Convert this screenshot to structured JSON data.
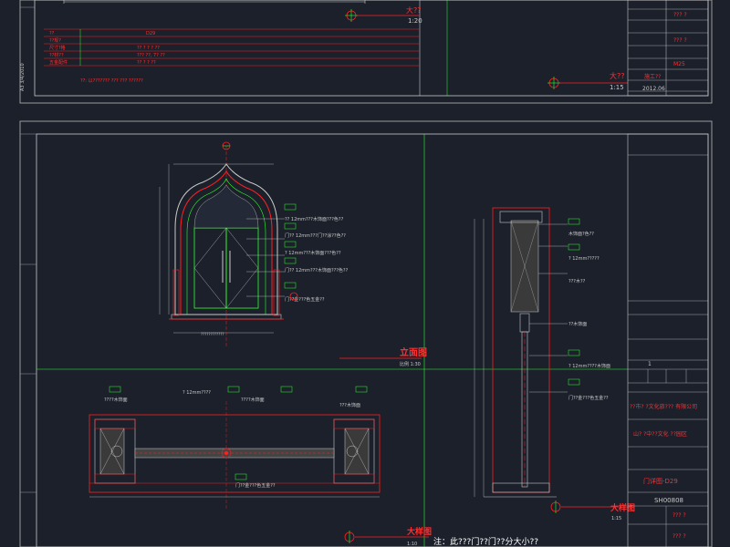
{
  "top_sheet": {
    "scale_label_1": "大??",
    "scale_value_1": "1:20",
    "scale_label_2": "大??",
    "scale_value_2": "1:15",
    "table_rows": [
      {
        "label": "??",
        "value": "D29"
      },
      {
        "label": "??规?",
        "value": ""
      },
      {
        "label": "尺寸?格",
        "value": "?? ? ? ? ??"
      },
      {
        "label": "??材??",
        "value": "??? ??, 7? ??"
      },
      {
        "label": "五金配件",
        "value": "?? ? ? ??"
      }
    ],
    "note": "??: 以??????? ??? ??? ??????",
    "title_block": {
      "designer": "??? ?",
      "checker": "??? ?",
      "project_code": "M25",
      "phase": "施工??",
      "date": "2012.06"
    }
  },
  "main_sheet": {
    "elevation_title": "立面图",
    "elevation_scale": "比例 1:30",
    "detail_title_1": "大样图",
    "detail_scale_1": "1:15",
    "detail_title_2": "大样图",
    "detail_scale_2": "1:10",
    "bottom_note": "注：此???门??门??分大小??",
    "elevation_callouts": [
      "?? 12mm???木饰面???色??",
      "门?? 12mm???门??涂??色??",
      "? 12mm???木饰面???色??",
      "门?? 12mm???木饰面???色??",
      "门??金???色五金??"
    ],
    "section_callouts": [
      "木饰面?色??",
      "? 12mm?????",
      "???木??",
      "??木饰面",
      "? 12mm????木饰面",
      "门??金???色五金??"
    ],
    "plan_callouts": [
      "????木饰面",
      "? 12mm????",
      "????木饰面",
      "???木饰面",
      "门??金???色五金??"
    ],
    "title_block": {
      "sheet_no": "1",
      "client": "??市? ?文化旅??? 有限公司",
      "project": "山? ?中??文化 ??园区",
      "drawing_name": "门详图-D29",
      "drawing_code": "SH00808",
      "designer": "??? ?",
      "checker": "??? ?"
    }
  },
  "colors": {
    "background": "#1b202b",
    "line": "#c8c8c8",
    "red": "#ff2020",
    "green": "#30ff30",
    "yellow": "#ffff30"
  }
}
